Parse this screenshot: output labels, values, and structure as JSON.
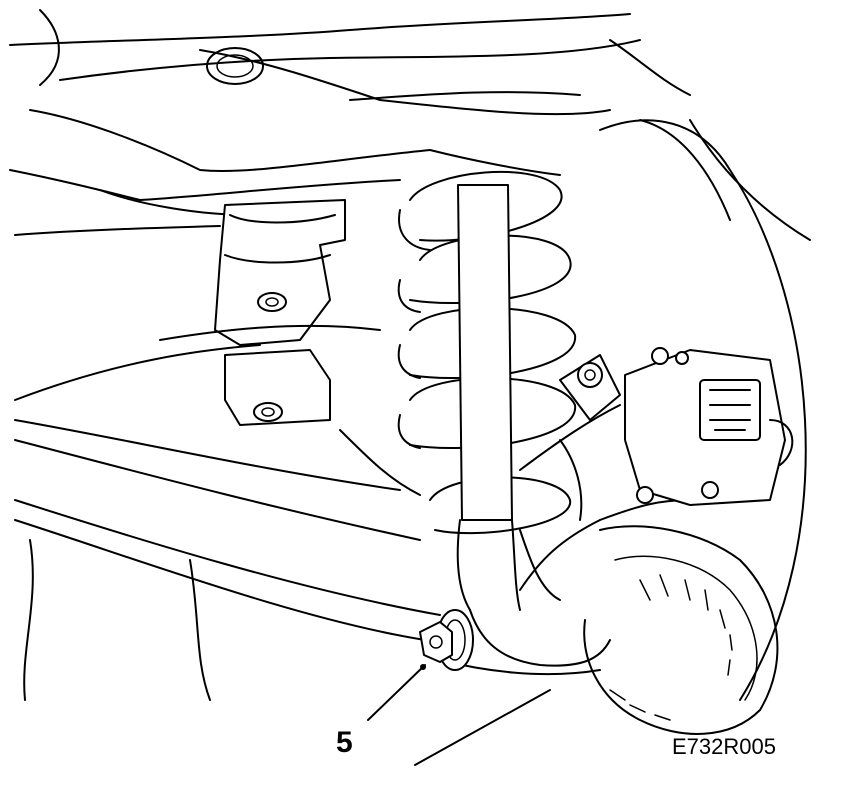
{
  "callout": {
    "label": "5",
    "target": "bolt"
  },
  "figure_code": "E732R005",
  "icons": [
    "coil-spring-icon",
    "shock-absorber-icon",
    "brake-caliper-icon",
    "brake-disc-icon",
    "bolt-icon"
  ],
  "colors": {
    "line": "#000000",
    "background": "#ffffff"
  }
}
